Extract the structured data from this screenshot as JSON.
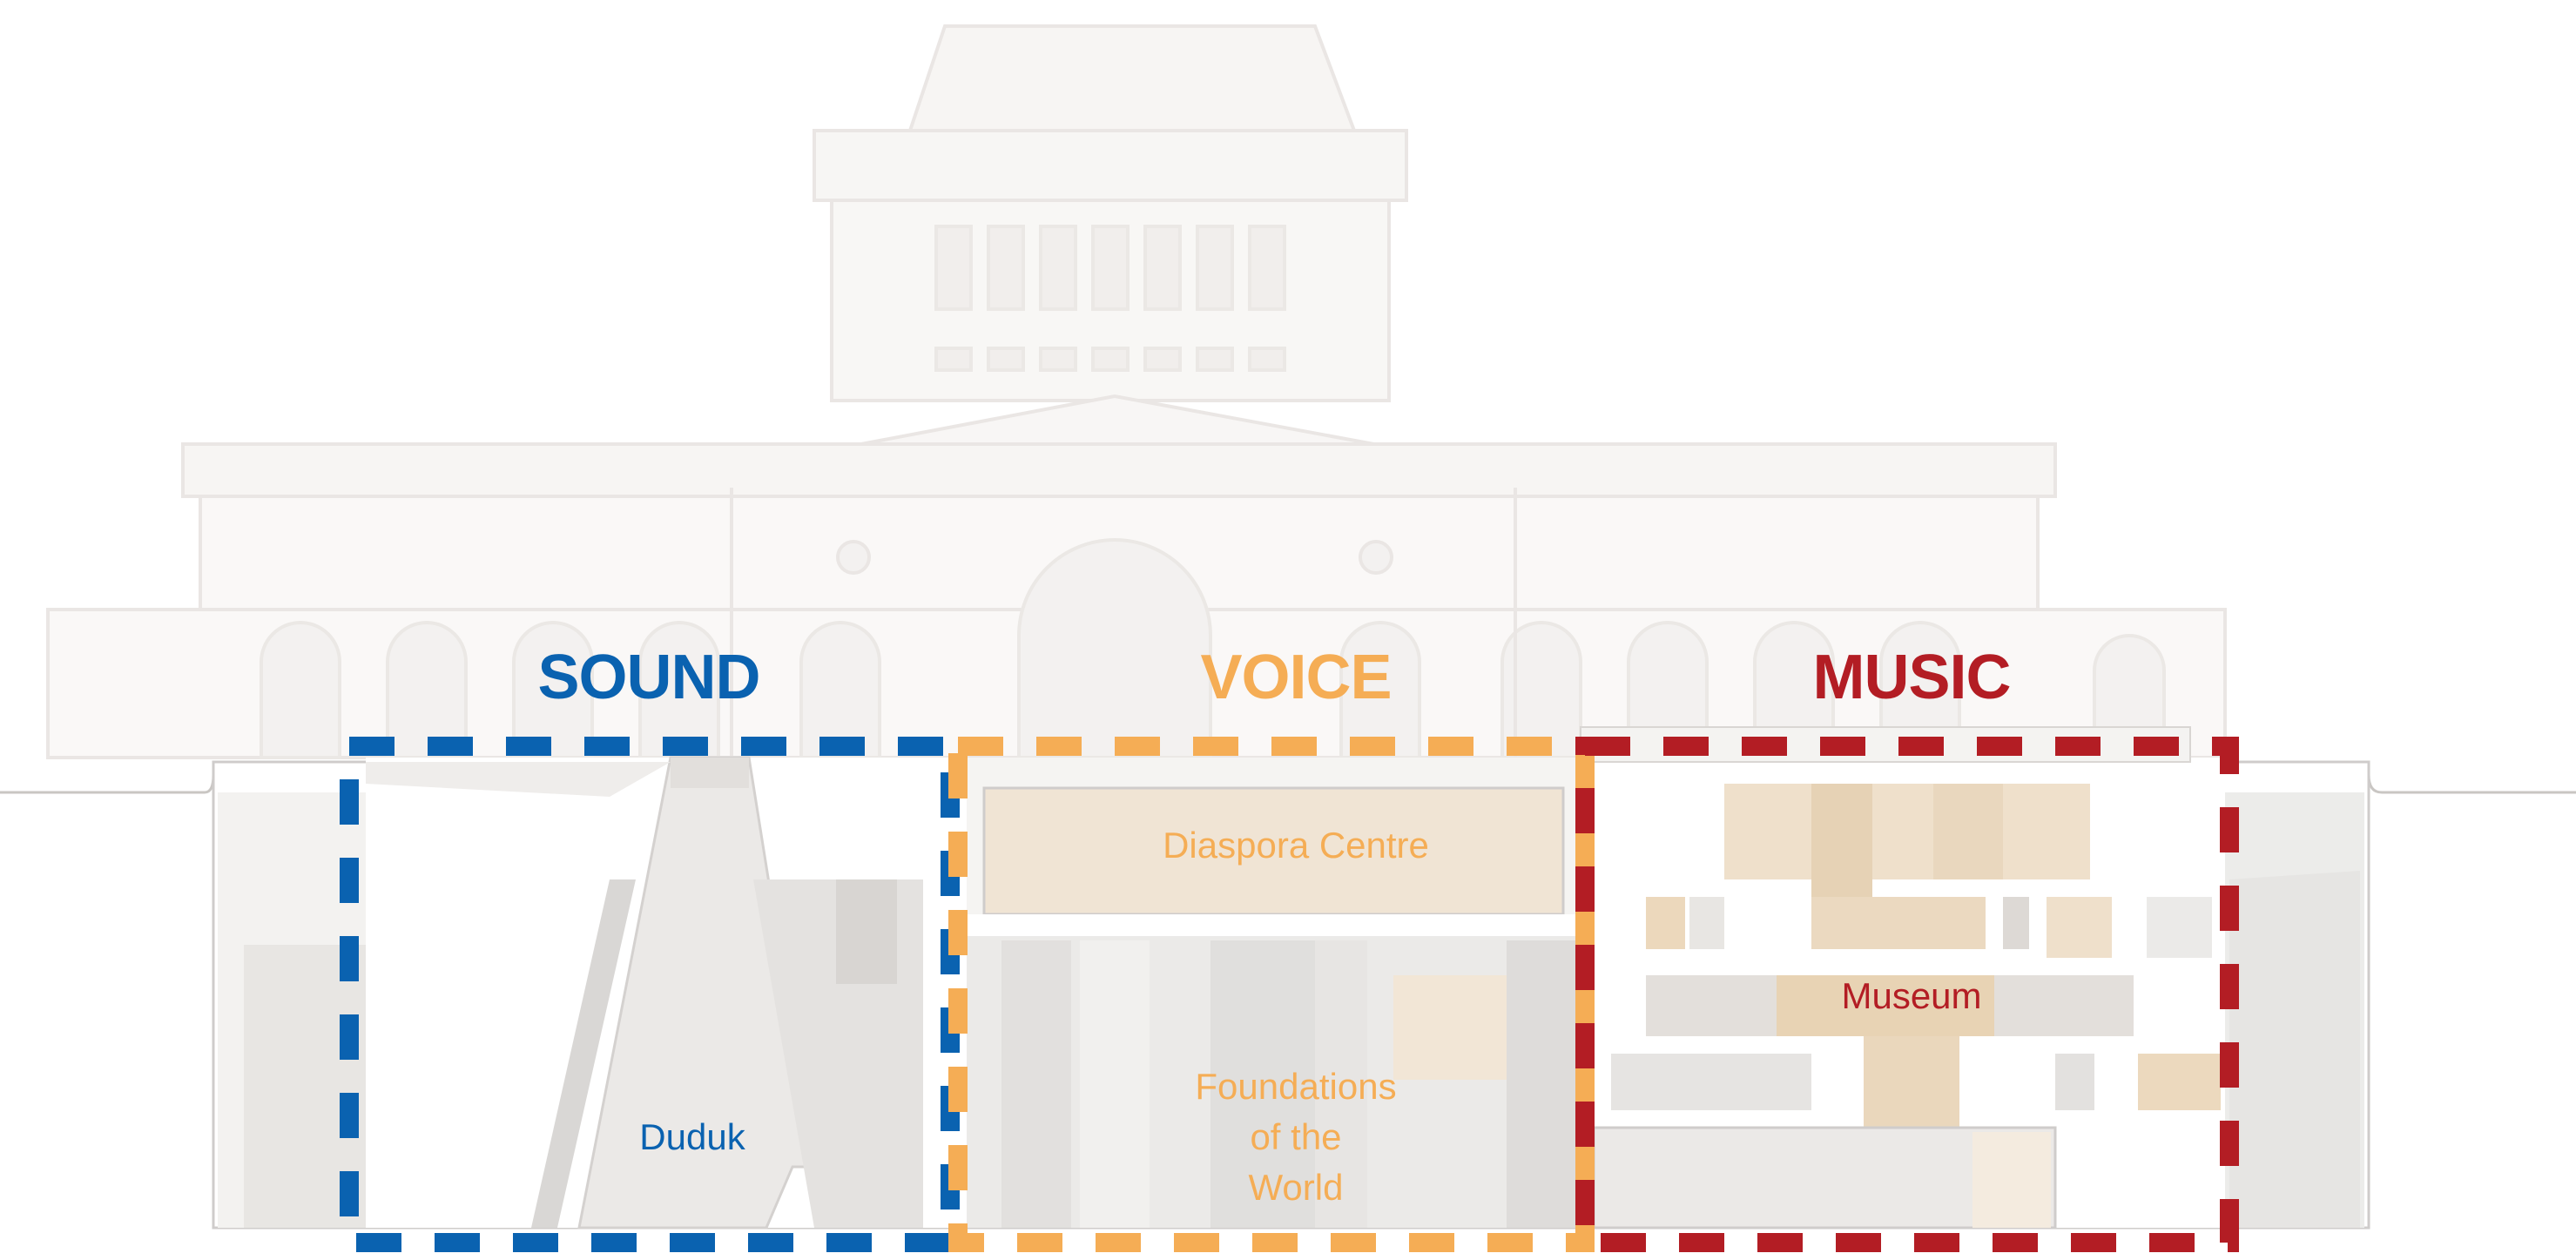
{
  "sections": [
    {
      "id": "sound",
      "heading": "SOUND",
      "color": "#0a62b0",
      "spaces": [
        "Duduk"
      ]
    },
    {
      "id": "voice",
      "heading": "VOICE",
      "color": "#f5ad55",
      "spaces": [
        "Diaspora Centre",
        "Foundations",
        "of the",
        "World"
      ]
    },
    {
      "id": "music",
      "heading": "MUSIC",
      "color": "#b31d24",
      "spaces": [
        "Museum"
      ]
    }
  ],
  "background": {
    "subject": "museum facade",
    "tint": "#f2efec"
  },
  "section_fill": {
    "wall": "#e8e6e3",
    "timber": "#ead7bf",
    "light": "#f3f2f0"
  }
}
